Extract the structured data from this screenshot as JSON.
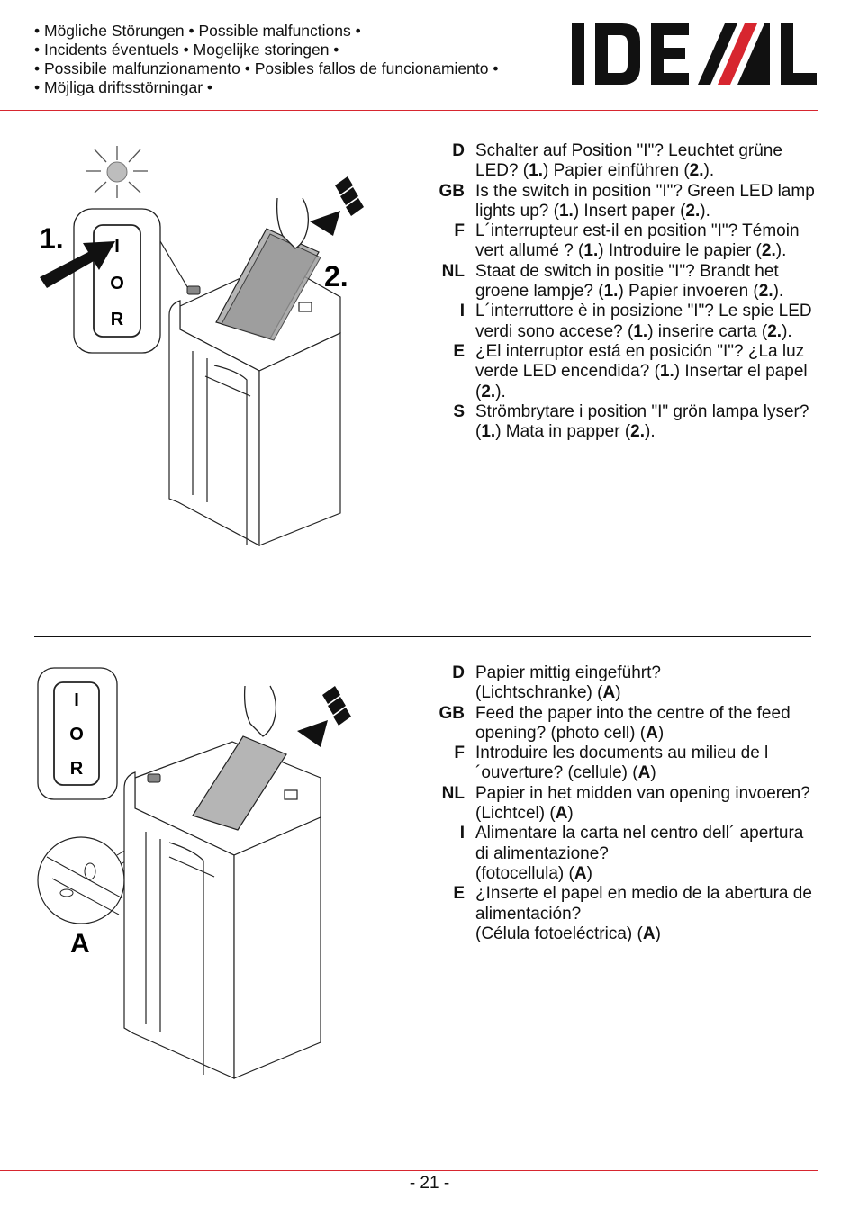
{
  "header": {
    "lines": [
      "• Mögliche Störungen • Possible malfunctions •",
      "• Incidents éventuels • Mogelijke storingen •",
      "• Possibile malfunzionamento • Posibles fallos de funcionamiento •",
      "• Möjliga driftsstörningar •"
    ],
    "logo_text": "IDEAL"
  },
  "figure1": {
    "step1_label": "1.",
    "step2_label": "2.",
    "switch_labels": [
      "I",
      "O",
      "R"
    ]
  },
  "figure2": {
    "switch_labels": [
      "I",
      "O",
      "R"
    ],
    "detail_label": "A"
  },
  "section1": [
    {
      "code": "D",
      "html": "Schalter auf Position \"I\"? Leuchtet  grüne LED? (<b>1.</b>) Papier einführen (<b>2.</b>)."
    },
    {
      "code": "GB",
      "html": "Is the switch in position \"I\"? Green LED lamp lights up? (<b>1.</b>) Insert paper (<b>2.</b>)."
    },
    {
      "code": "F",
      "html": "L´interrupteur est-il en position \"I\"? Témoin vert allumé ? (<b>1.</b>) Introduire le papier (<b>2.</b>)."
    },
    {
      "code": "NL",
      "html": "Staat de switch in positie \"I\"? Brandt het groene lampje? (<b>1.</b>) Papier invoeren (<b>2.</b>)."
    },
    {
      "code": "I",
      "html": "L´interruttore è in posizione \"I\"? Le spie LED verdi sono accese? (<b>1.</b>) inserire carta (<b>2.</b>)."
    },
    {
      "code": "E",
      "html": "¿El interruptor está en posición \"I\"? ¿La luz verde LED encendida? (<b>1.</b>) Insertar el papel (<b>2.</b>)."
    },
    {
      "code": "S",
      "html": "Strömbrytare i position \"I\" grön lampa lyser? (<b>1.</b>) Mata in papper (<b>2.</b>)."
    }
  ],
  "section2": [
    {
      "code": "D",
      "html": "Papier mittig eingeführt?<br>(Lichtschranke) (<b>A</b>)"
    },
    {
      "code": "GB",
      "html": "Feed the paper into the centre of the feed opening? (photo cell) (<b>A</b>)"
    },
    {
      "code": "F",
      "html": "Introduire les documents au milieu de l´ouverture? (cellule) (<b>A</b>)"
    },
    {
      "code": "NL",
      "html": "Papier in het midden van opening invoeren? (Lichtcel) (<b>A</b>)"
    },
    {
      "code": "I",
      "html": "Alimentare la carta nel centro dell´ apertura di alimentazione?<br>(fotocellula) (<b>A</b>)"
    },
    {
      "code": "E",
      "html": "¿Inserte el papel en medio de la abertura de alimentación?<br>(Célula fotoeléctrica) (<b>A</b>)"
    }
  ],
  "page_number": "- 21 -",
  "colors": {
    "accent_red": "#d7262f",
    "logo_red": "#d7262f"
  }
}
